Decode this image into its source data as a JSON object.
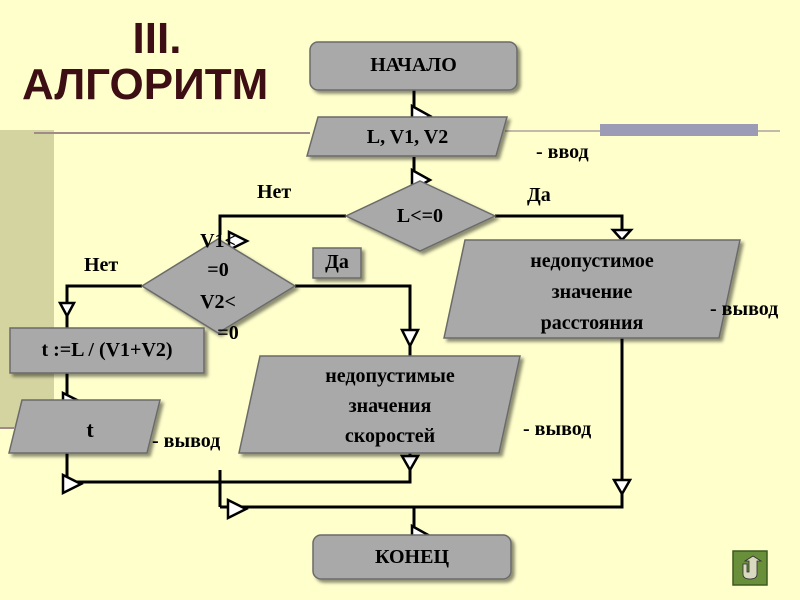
{
  "slide": {
    "title_line1": "III.",
    "title_line2": "АЛГОРИТМ"
  },
  "flowchart": {
    "start": "НАЧАЛО",
    "input": "L, V1, V2",
    "input_note": "- ввод",
    "decision1": "L<=0",
    "decision1_no": "Нет",
    "decision1_yes": "Да",
    "output_distance_line1": "недопустимое",
    "output_distance_line2": "значение",
    "output_distance_line3": "расстояния",
    "output_distance_note": "- вывод",
    "decision2_line1": "V1<",
    "decision2_line2": "=0",
    "decision2_line3": "V2<",
    "decision2_line4": "=0",
    "decision2_no": "Нет",
    "decision2_yes": "Да",
    "compute": "t :=L / (V1+V2)",
    "output_t": "t",
    "output_t_note": "- вывод",
    "output_speed_line1": "недопустимые",
    "output_speed_line2": "значения",
    "output_speed_line3": "скоростей",
    "output_speed_note": "- вывод",
    "end": "КОНЕЦ"
  },
  "colors": {
    "background": "#ffffcc",
    "block_fill": "#a9a9a9",
    "title": "#3d0f14",
    "accent_left": "#d4d4a0",
    "accent_line": "#a08a8a"
  },
  "nav": {
    "icon": "return-arrow-icon"
  }
}
